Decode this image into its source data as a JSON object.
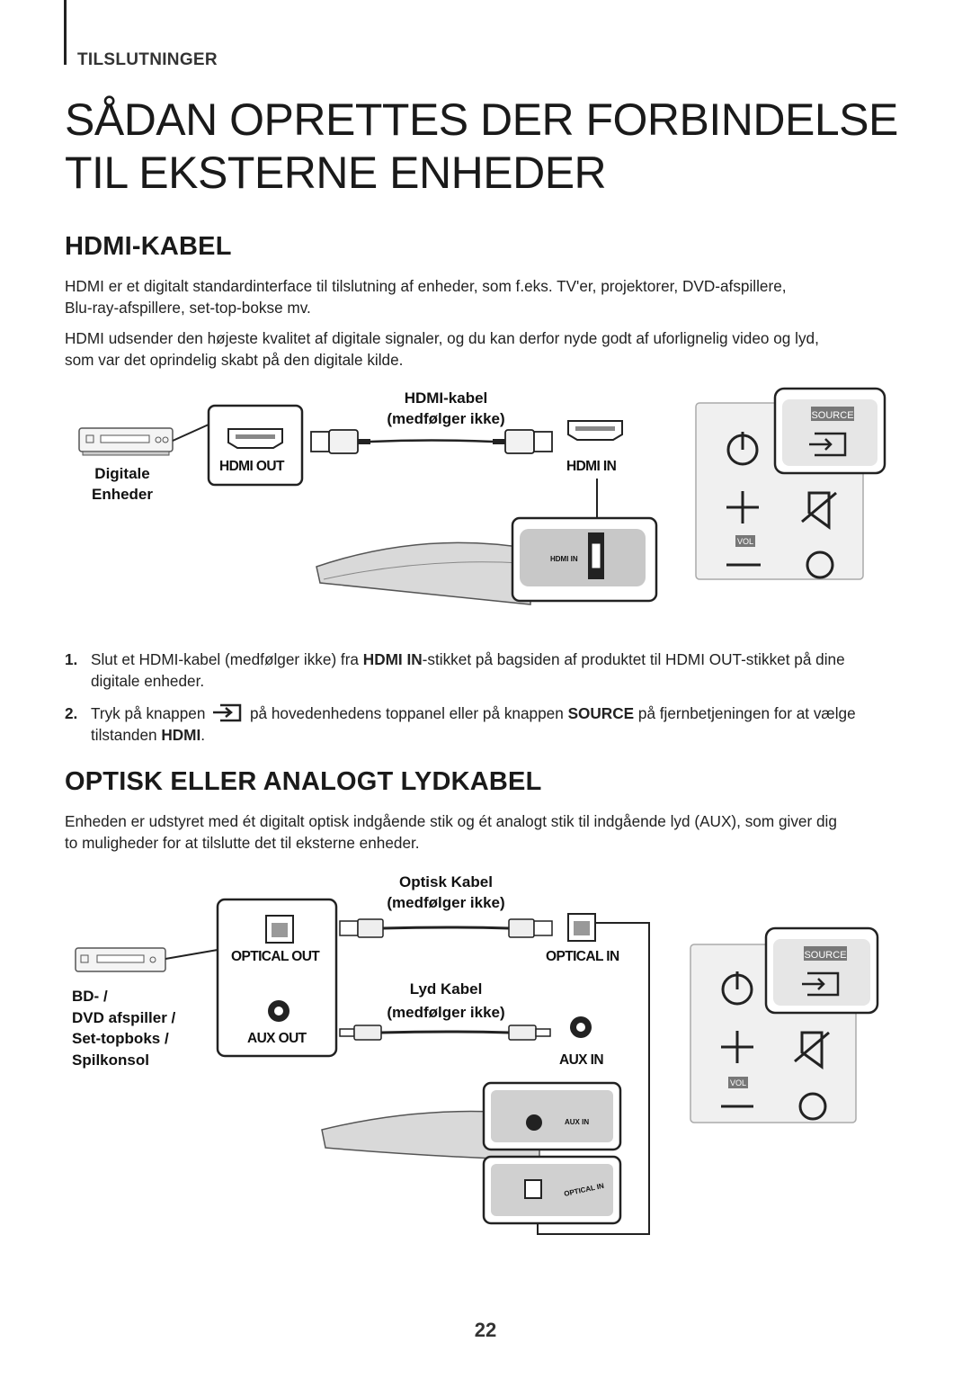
{
  "header": {
    "section": "TILSLUTNINGER"
  },
  "title": {
    "line1": "SÅDAN OPRETTES DER FORBINDELSE",
    "line2": "TIL EKSTERNE ENHEDER"
  },
  "hdmi": {
    "heading": "HDMI-KABEL",
    "para1_line1": "HDMI er et digitalt standardinterface til tilslutning af enheder, som f.eks. TV'er, projektorer, DVD-afspillere,",
    "para1_line2": "Blu-ray-afspillere, set-top-bokse mv.",
    "para2_line1": "HDMI udsender den højeste kvalitet af digitale signaler, og du kan derfor nyde godt af uforlignelig video og lyd,",
    "para2_line2": "som var det oprindelig skabt på den digitale kilde.",
    "diagram": {
      "cable_label_1": "HDMI-kabel",
      "cable_label_2": "(medfølger ikke)",
      "device_label_1": "Digitale",
      "device_label_2": "Enheder",
      "port_out": "HDMI OUT",
      "port_in": "HDMI IN",
      "rear_port": "HDMI IN",
      "source_label": "SOURCE",
      "vol_label": "VOL"
    },
    "steps": [
      {
        "num": "1.",
        "a": "Slut et HDMI-kabel (medfølger ikke) fra ",
        "b": "HDMI IN",
        "c": "-stikket på bagsiden af produktet til HDMI OUT-stikket på dine",
        "d": "digitale enheder."
      },
      {
        "num": "2.",
        "a": "Tryk på knappen",
        "b": "på hovedenhedens toppanel eller på knappen ",
        "c": "SOURCE",
        "d": " på fjernbetjeningen for at vælge",
        "e": "tilstanden ",
        "f": "HDMI",
        "g": "."
      }
    ]
  },
  "optical": {
    "heading": "OPTISK ELLER ANALOGT LYDKABEL",
    "para_line1": "Enheden er udstyret med ét digitalt optisk indgående stik og ét analogt stik til indgående lyd (AUX), som giver dig",
    "para_line2": "to muligheder for at tilslutte det til eksterne enheder.",
    "diagram": {
      "optical_cable_1": "Optisk Kabel",
      "optical_cable_2": "(medfølger ikke)",
      "audio_cable_1": "Lyd Kabel",
      "audio_cable_2": "(medfølger ikke)",
      "port_optical_out": "OPTICAL OUT",
      "port_optical_in": "OPTICAL IN",
      "port_aux_out": "AUX OUT",
      "port_aux_in": "AUX IN",
      "device_1": "BD- /",
      "device_2": "DVD afspiller /",
      "device_3": "Set-topboks /",
      "device_4": "Spilkonsol",
      "rear_aux": "AUX IN",
      "rear_optical": "OPTICAL IN",
      "source_label": "SOURCE",
      "vol_label": "VOL"
    }
  },
  "footer": {
    "page": "22"
  }
}
